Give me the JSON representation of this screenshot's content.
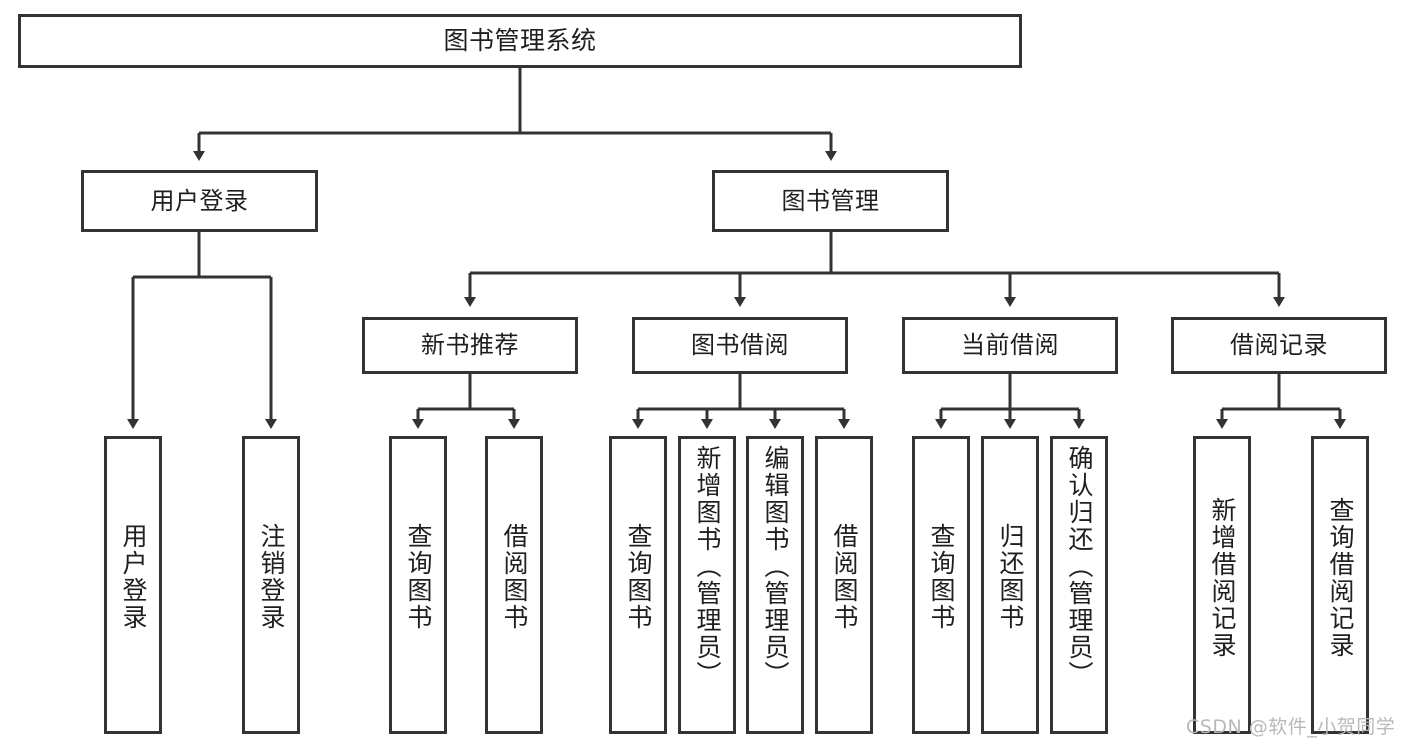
{
  "diagram": {
    "title": "图书管理系统",
    "type": "hierarchy-tree",
    "root": {
      "label": "图书管理系统"
    },
    "level2": [
      {
        "label": "用户登录"
      },
      {
        "label": "图书管理"
      }
    ],
    "level3": [
      {
        "label": "新书推荐"
      },
      {
        "label": "图书借阅"
      },
      {
        "label": "当前借阅"
      },
      {
        "label": "借阅记录"
      }
    ],
    "leaves": {
      "user_login": [
        {
          "label": "用户登录"
        },
        {
          "label": "注销登录"
        }
      ],
      "new_book_recommend": [
        {
          "label": "查询图书"
        },
        {
          "label": "借阅图书"
        }
      ],
      "book_borrow": [
        {
          "label": "查询图书"
        },
        {
          "label": "新增图书（管理员）"
        },
        {
          "label": "编辑图书（管理员）"
        },
        {
          "label": "借阅图书"
        }
      ],
      "current_borrow": [
        {
          "label": "查询图书"
        },
        {
          "label": "归还图书"
        },
        {
          "label": "确认归还（管理员）"
        }
      ],
      "borrow_record": [
        {
          "label": "新增借阅记录"
        },
        {
          "label": "查询借阅记录"
        }
      ]
    }
  },
  "watermark": {
    "text": "CSDN @软件_小贺同学"
  },
  "colors": {
    "border": "#333333",
    "text": "#1f1f1f",
    "background": "#ffffff",
    "watermark": "#b9b9b9"
  }
}
